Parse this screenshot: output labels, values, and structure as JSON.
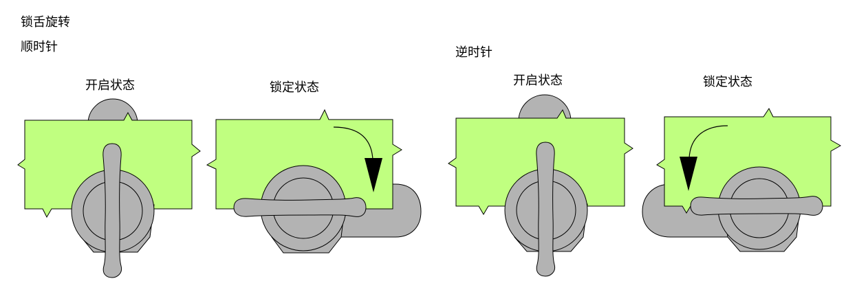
{
  "labels": {
    "main_title": "锁舌旋转",
    "clockwise": "顺时针",
    "counterclockwise": "逆时针",
    "cw_open": "开启状态",
    "cw_locked": "锁定状态",
    "ccw_open": "开启状态",
    "ccw_locked": "锁定状态"
  },
  "colors": {
    "door_fill": "#c0ff80",
    "metal_fill": "#b3b3b3",
    "outline": "#000000",
    "arrow": "#000000"
  }
}
